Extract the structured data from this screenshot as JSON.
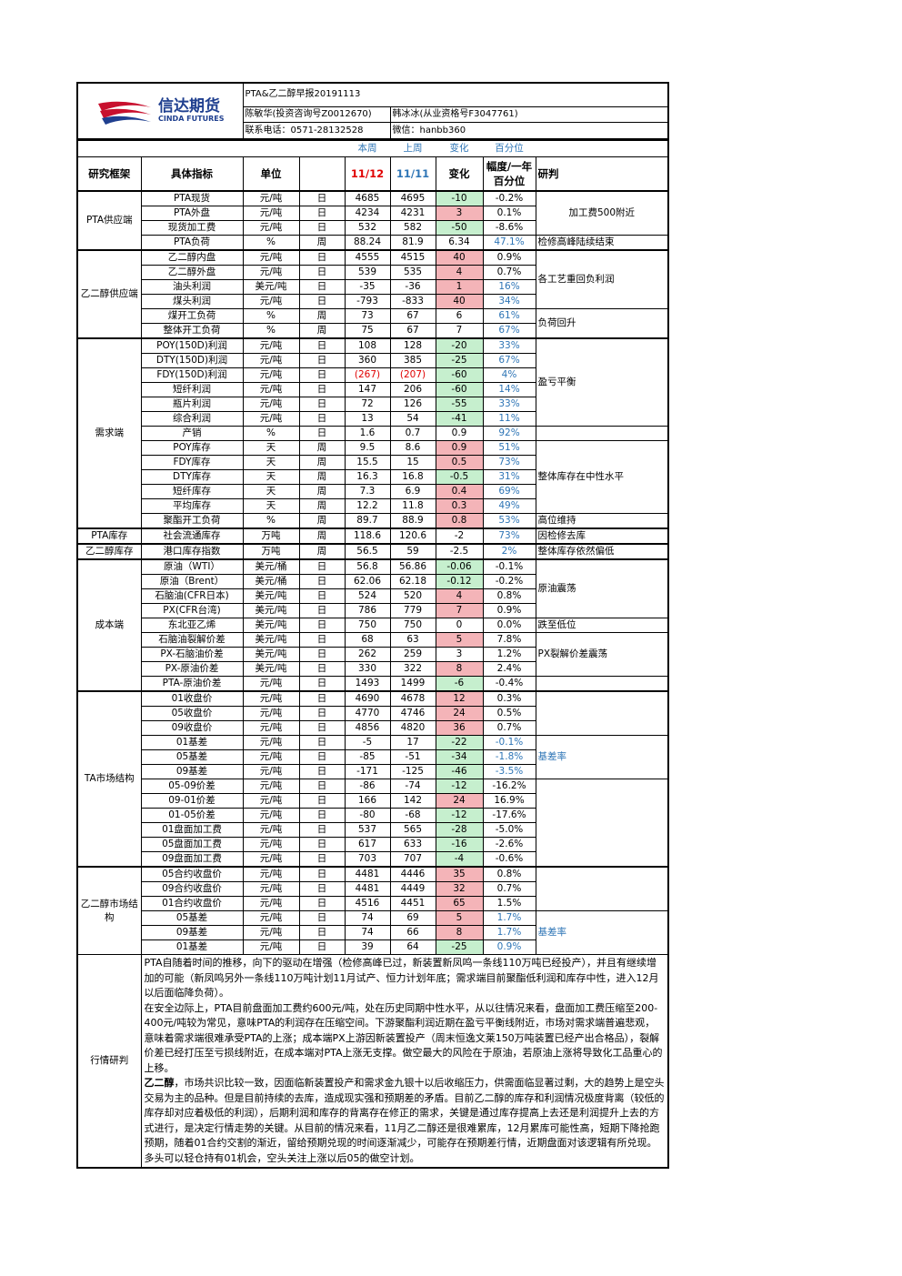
{
  "logo": {
    "cn": "信达期货",
    "en": "CINDA FUTURES"
  },
  "title": "PTA&乙二醇早报20191113",
  "analysts": {
    "a1": "陈敏华(投资咨询号Z0012670)",
    "a2": "韩冰冰(从业资格号F3047761)",
    "phone": "联系电话：0571-28132528",
    "wechat": "微信：hanbb360"
  },
  "period_labels": {
    "this_week": "本周",
    "last_week": "上周",
    "change": "变化",
    "percentile": "百分位"
  },
  "headers": {
    "framework": "研究框架",
    "indicator": "具体指标",
    "unit": "单位",
    "d1": "11/12",
    "d2": "11/11",
    "chg": "变化",
    "pct": "幅度/一年百分位",
    "view": "研判"
  },
  "sections": [
    {
      "name": "PTA供应端",
      "rows": [
        [
          "PTA现货",
          "元/吨",
          "日",
          "4685",
          "4695",
          "-10",
          "-0.2%"
        ],
        [
          "PTA外盘",
          "元/吨",
          "日",
          "4234",
          "4231",
          "3",
          "0.1%"
        ],
        [
          "现货加工费",
          "元/吨",
          "日",
          "532",
          "582",
          "-50",
          "-8.6%"
        ],
        [
          "PTA负荷",
          "%",
          "周",
          "88.24",
          "81.9",
          "6.34",
          "47.1%"
        ]
      ]
    },
    {
      "name": "乙二醇供应端",
      "rows": [
        [
          "乙二醇内盘",
          "元/吨",
          "日",
          "4555",
          "4515",
          "40",
          "0.9%"
        ],
        [
          "乙二醇外盘",
          "元/吨",
          "日",
          "539",
          "535",
          "4",
          "0.7%"
        ],
        [
          "油头利润",
          "美元/吨",
          "日",
          "-35",
          "-36",
          "1",
          "16%"
        ],
        [
          "煤头利润",
          "元/吨",
          "日",
          "-793",
          "-833",
          "40",
          "34%"
        ],
        [
          "煤开工负荷",
          "%",
          "周",
          "73",
          "67",
          "6",
          "61%"
        ],
        [
          "整体开工负荷",
          "%",
          "周",
          "75",
          "67",
          "7",
          "67%"
        ]
      ]
    },
    {
      "name": "需求端",
      "rows": [
        [
          "POY(150D)利润",
          "元/吨",
          "日",
          "108",
          "128",
          "-20",
          "33%"
        ],
        [
          "DTY(150D)利润",
          "元/吨",
          "日",
          "360",
          "385",
          "-25",
          "67%"
        ],
        [
          "FDY(150D)利润",
          "元/吨",
          "日",
          "(267)",
          "(207)",
          "-60",
          "4%"
        ],
        [
          "短纤利润",
          "元/吨",
          "日",
          "147",
          "206",
          "-60",
          "14%"
        ],
        [
          "瓶片利润",
          "元/吨",
          "日",
          "72",
          "126",
          "-55",
          "33%"
        ],
        [
          "综合利润",
          "元/吨",
          "日",
          "13",
          "54",
          "-41",
          "11%"
        ],
        [
          "产销",
          "%",
          "日",
          "1.6",
          "0.7",
          "0.9",
          "92%"
        ],
        [
          "POY库存",
          "天",
          "周",
          "9.5",
          "8.6",
          "0.9",
          "51%"
        ],
        [
          "FDY库存",
          "天",
          "周",
          "15.5",
          "15",
          "0.5",
          "73%"
        ],
        [
          "DTY库存",
          "天",
          "周",
          "16.3",
          "16.8",
          "-0.5",
          "31%"
        ],
        [
          "短纤库存",
          "天",
          "周",
          "7.3",
          "6.9",
          "0.4",
          "69%"
        ],
        [
          "平均库存",
          "天",
          "周",
          "12.2",
          "11.8",
          "0.3",
          "49%"
        ],
        [
          "聚酯开工负荷",
          "%",
          "周",
          "89.7",
          "88.9",
          "0.8",
          "53%"
        ]
      ]
    },
    {
      "name": "PTA库存",
      "rows": [
        [
          "社会流通库存",
          "万吨",
          "周",
          "118.6",
          "120.6",
          "-2",
          "73%"
        ]
      ]
    },
    {
      "name": "乙二醇库存",
      "rows": [
        [
          "港口库存指数",
          "万吨",
          "周",
          "56.5",
          "59",
          "-2.5",
          "2%"
        ]
      ]
    },
    {
      "name": "成本端",
      "rows": [
        [
          "原油（WTI）",
          "美元/桶",
          "日",
          "56.8",
          "56.86",
          "-0.06",
          "-0.1%"
        ],
        [
          "原油（Brent）",
          "美元/桶",
          "日",
          "62.06",
          "62.18",
          "-0.12",
          "-0.2%"
        ],
        [
          "石脑油(CFR日本)",
          "美元/吨",
          "日",
          "524",
          "520",
          "4",
          "0.8%"
        ],
        [
          "PX(CFR台湾)",
          "美元/吨",
          "日",
          "786",
          "779",
          "7",
          "0.9%"
        ],
        [
          "东北亚乙烯",
          "美元/吨",
          "日",
          "750",
          "750",
          "0",
          "0.0%"
        ],
        [
          "石脑油裂解价差",
          "美元/吨",
          "日",
          "68",
          "63",
          "5",
          "7.8%"
        ],
        [
          "PX-石脑油价差",
          "美元/吨",
          "日",
          "262",
          "259",
          "3",
          "1.2%"
        ],
        [
          "PX-原油价差",
          "美元/吨",
          "日",
          "330",
          "322",
          "8",
          "2.4%"
        ],
        [
          "PTA-原油价差",
          "元/吨",
          "日",
          "1493",
          "1499",
          "-6",
          "-0.4%"
        ]
      ]
    },
    {
      "name": "TA市场结构",
      "rows": [
        [
          "01收盘价",
          "元/吨",
          "日",
          "4690",
          "4678",
          "12",
          "0.3%"
        ],
        [
          "05收盘价",
          "元/吨",
          "日",
          "4770",
          "4746",
          "24",
          "0.5%"
        ],
        [
          "09收盘价",
          "元/吨",
          "日",
          "4856",
          "4820",
          "36",
          "0.7%"
        ],
        [
          "01基差",
          "元/吨",
          "日",
          "-5",
          "17",
          "-22",
          "-0.1%"
        ],
        [
          "05基差",
          "元/吨",
          "日",
          "-85",
          "-51",
          "-34",
          "-1.8%"
        ],
        [
          "09基差",
          "元/吨",
          "日",
          "-171",
          "-125",
          "-46",
          "-3.5%"
        ],
        [
          "05-09价差",
          "元/吨",
          "日",
          "-86",
          "-74",
          "-12",
          "-16.2%"
        ],
        [
          "09-01价差",
          "元/吨",
          "日",
          "166",
          "142",
          "24",
          "16.9%"
        ],
        [
          "01-05价差",
          "元/吨",
          "日",
          "-80",
          "-68",
          "-12",
          "-17.6%"
        ],
        [
          "01盘面加工费",
          "元/吨",
          "日",
          "537",
          "565",
          "-28",
          "-5.0%"
        ],
        [
          "05盘面加工费",
          "元/吨",
          "日",
          "617",
          "633",
          "-16",
          "-2.6%"
        ],
        [
          "09盘面加工费",
          "元/吨",
          "日",
          "703",
          "707",
          "-4",
          "-0.6%"
        ]
      ]
    },
    {
      "name": "乙二醇市场结构",
      "rows": [
        [
          "05合约收盘价",
          "元/吨",
          "日",
          "4481",
          "4446",
          "35",
          "0.8%"
        ],
        [
          "09合约收盘价",
          "元/吨",
          "日",
          "4481",
          "4449",
          "32",
          "0.7%"
        ],
        [
          "01合约收盘价",
          "元/吨",
          "日",
          "4516",
          "4451",
          "65",
          "1.5%"
        ],
        [
          "05基差",
          "元/吨",
          "日",
          "74",
          "69",
          "5",
          "1.7%"
        ],
        [
          "09基差",
          "元/吨",
          "日",
          "74",
          "66",
          "8",
          "1.7%"
        ],
        [
          "01基差",
          "元/吨",
          "日",
          "39",
          "64",
          "-25",
          "0.9%"
        ]
      ]
    }
  ],
  "views": {
    "pta_fee": "加工费500附近",
    "pta_load": "检修高峰陆续结束",
    "meg_profit": "各工艺重回负利润",
    "meg_load": "负荷回升",
    "demand_profit": "盈亏平衡",
    "demand_stock": "整体库存在中性水平",
    "polyester_load": "高位维持",
    "pta_stock": "因检修去库",
    "meg_stock": "整体库存依然偏低",
    "crude": "原油震荡",
    "ethylene": "跌至低位",
    "px": "PX裂解价差震荡",
    "ta_basis": "基差率",
    "meg_basis": "基差率"
  },
  "analysis": {
    "label": "行情研判",
    "p1": "PTA自随着时间的推移，向下的驱动在增强（检修高峰已过，新装置新凤鸣一条线110万吨已经投产），并且有继续增加的可能（新凤鸣另外一条线110万吨计划11月试产、恒力计划年底；需求端目前聚酯低利润和库存中性，进入12月以后面临降负荷）。",
    "p2": "在安全边际上，PTA目前盘面加工费约600元/吨，处在历史同期中性水平，从以往情况来看，盘面加工费压缩至200-400元/吨较为常见，意味PTA的利润存在压缩空间。下游聚酯利润近期在盈亏平衡线附近，市场对需求端普遍悲观，意味着需求端很难承受PTA的上涨；成本端PX上游因新装置投产（周末恒逸文莱150万吨装置已经产出合格品），裂解价差已经打压至亏损线附近，在成本端对PTA上涨无支撑。做空最大的风险在于原油，若原油上涨将导致化工品重心的上移。",
    "p3_head": "乙二醇",
    "p3": "，市场共识比较一致，因面临新装置投产和需求金九银十以后收缩压力，供需面临显著过剩，大的趋势上是空头交易为主的品种。但是目前持续的去库，造成现实强和预期差的矛盾。目前乙二醇的库存和利润情况极度背离（较低的库存却对应着极低的利润），后期利润和库存的背离存在修正的需求，关键是通过库存提高上去还是利润提升上去的方式进行，是决定行情走势的关键。从目前的情况来看，11月乙二醇还是很难累库，12月累库可能性高，短期下降抢跑预期，随着01合约交割的渐近，留给预期兑现的时间逐渐减少，可能存在预期差行情，近期盘面对该逻辑有所兑现。多头可以轻仓持有01机会，空头关注上涨以后05的做空计划。"
  },
  "colors": {
    "red_bg": "#f4b4b8",
    "green_bg": "#c6efce",
    "blue_text": "#2e75b6",
    "red_text": "#e00000",
    "logo_red": "#c8102e",
    "logo_blue": "#1f3f8f"
  }
}
